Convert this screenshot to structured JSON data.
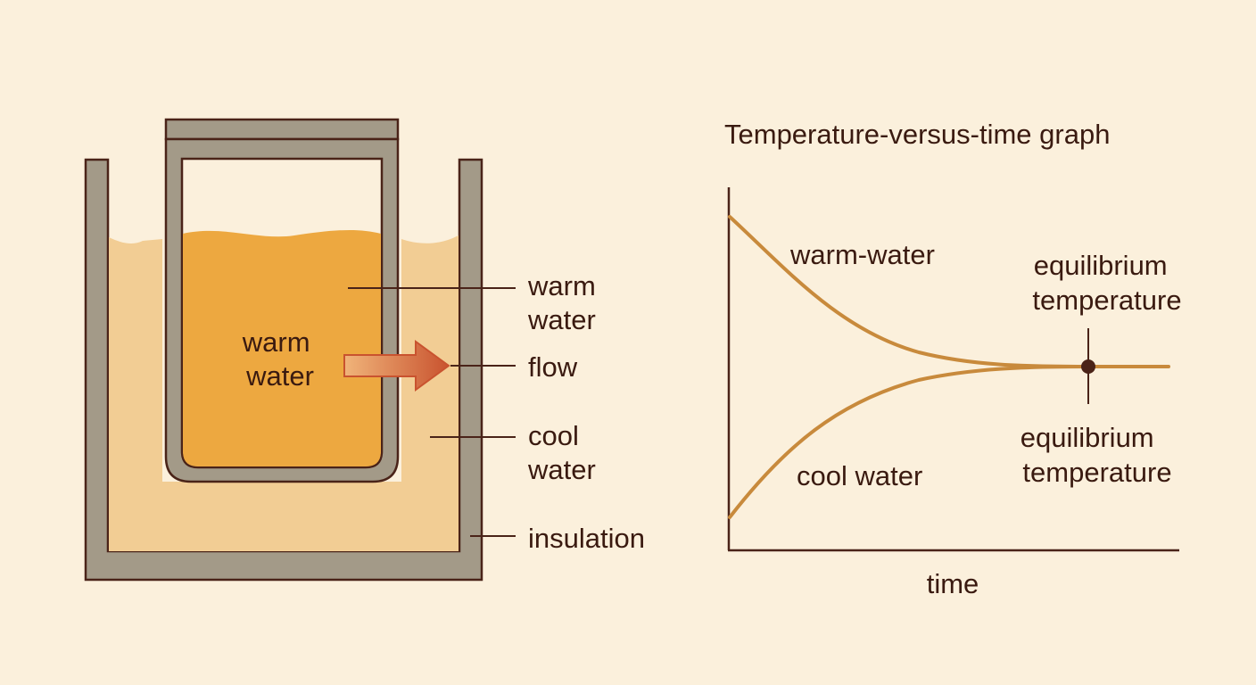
{
  "colors": {
    "background": "#fbf0dc",
    "insulation_wall": "#a39a88",
    "outline": "#4a2318",
    "cool_water": "#f2cd94",
    "warm_water": "#eda840",
    "arrow_start": "#f0b47a",
    "arrow_end": "#c9532f",
    "curve": "#c88a3c",
    "text": "#3a1a10"
  },
  "diagram": {
    "inner_label": [
      "warm",
      "water"
    ],
    "callouts": {
      "warm_water": [
        "warm",
        "water"
      ],
      "flow": "flow",
      "cool_water": [
        "cool",
        "water"
      ],
      "insulation": "insulation"
    },
    "icons": {
      "flow_arrow": "right-arrow-icon"
    }
  },
  "chart_data": {
    "type": "line",
    "title": "Temperature-versus-time graph",
    "xlabel": "time",
    "ylabel": "",
    "series": [
      {
        "name": "warm-water",
        "trend": "decreasing to equilibrium"
      },
      {
        "name": "cool water",
        "trend": "increasing to equilibrium"
      }
    ],
    "annotations": {
      "equilibrium_upper": [
        "equilibrium",
        "temperature"
      ],
      "equilibrium_lower": [
        "equilibrium",
        "temperature"
      ]
    },
    "grid": false,
    "ticks": false
  }
}
